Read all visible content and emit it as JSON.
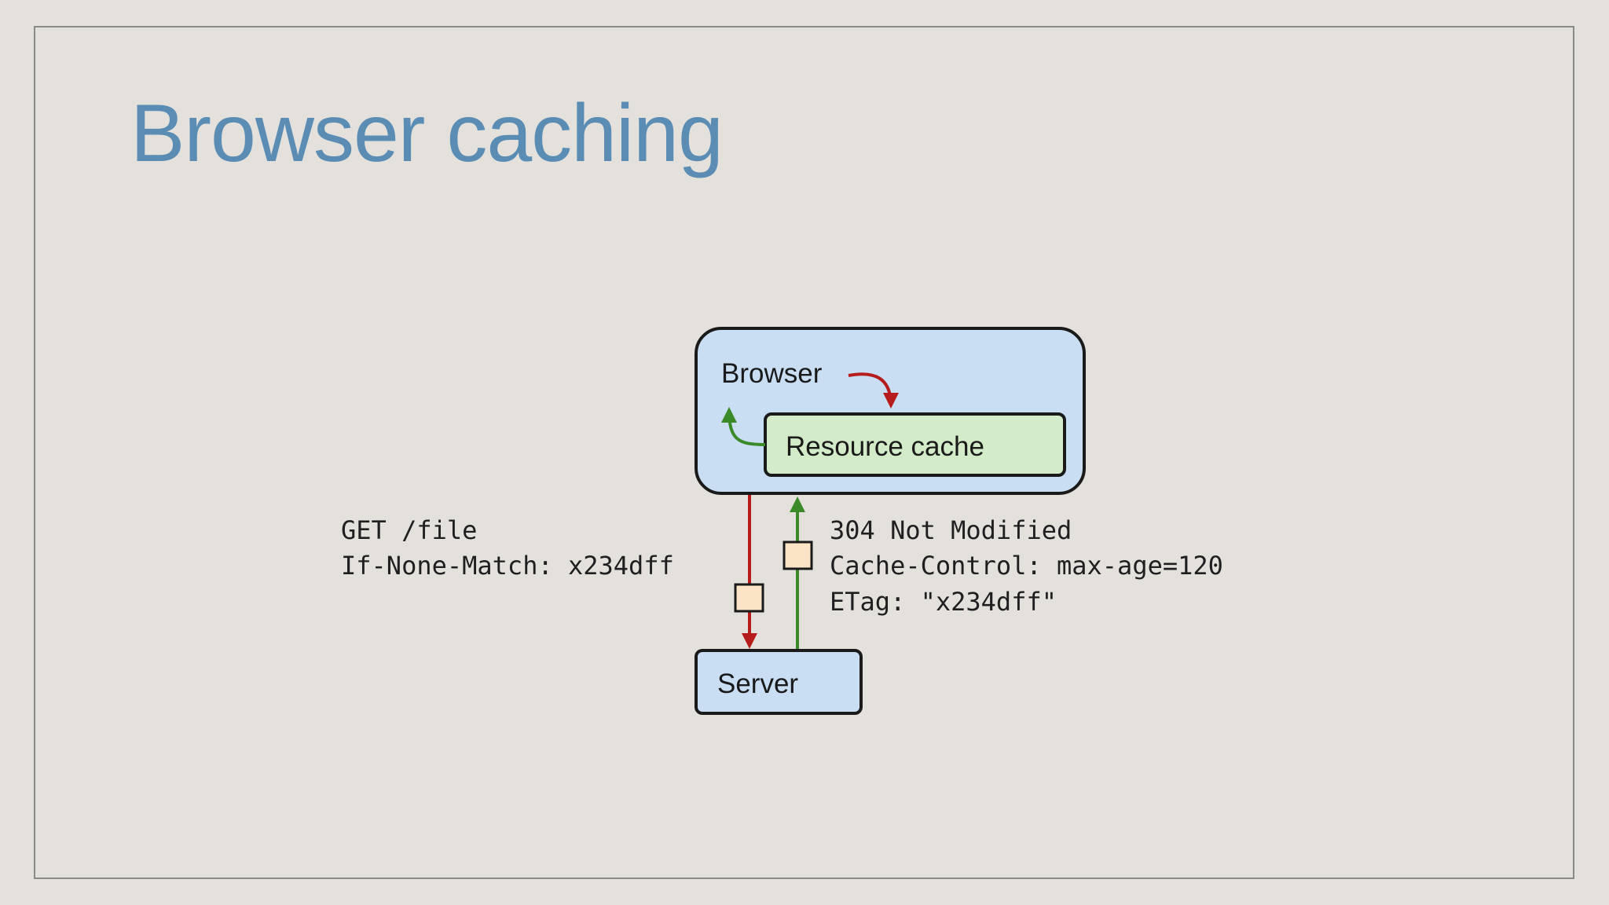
{
  "slide": {
    "title": "Browser caching"
  },
  "diagram": {
    "browser_label": "Browser",
    "cache_label": "Resource cache",
    "server_label": "Server",
    "request_lines": [
      "GET /file",
      "If-None-Match: x234dff"
    ],
    "response_lines": [
      "304 Not Modified",
      "Cache-Control: max-age=120",
      "ETag: \"x234dff\""
    ]
  },
  "colors": {
    "title": "#5b8db4",
    "browser_fill": "#c9ddf3",
    "cache_fill": "#d4ebc9",
    "server_fill": "#c9ddf3",
    "request_arrow": "#b71c1c",
    "response_arrow": "#3b8a2a",
    "packet_fill": "#fbe3c5",
    "outline": "#1a1a1a"
  }
}
